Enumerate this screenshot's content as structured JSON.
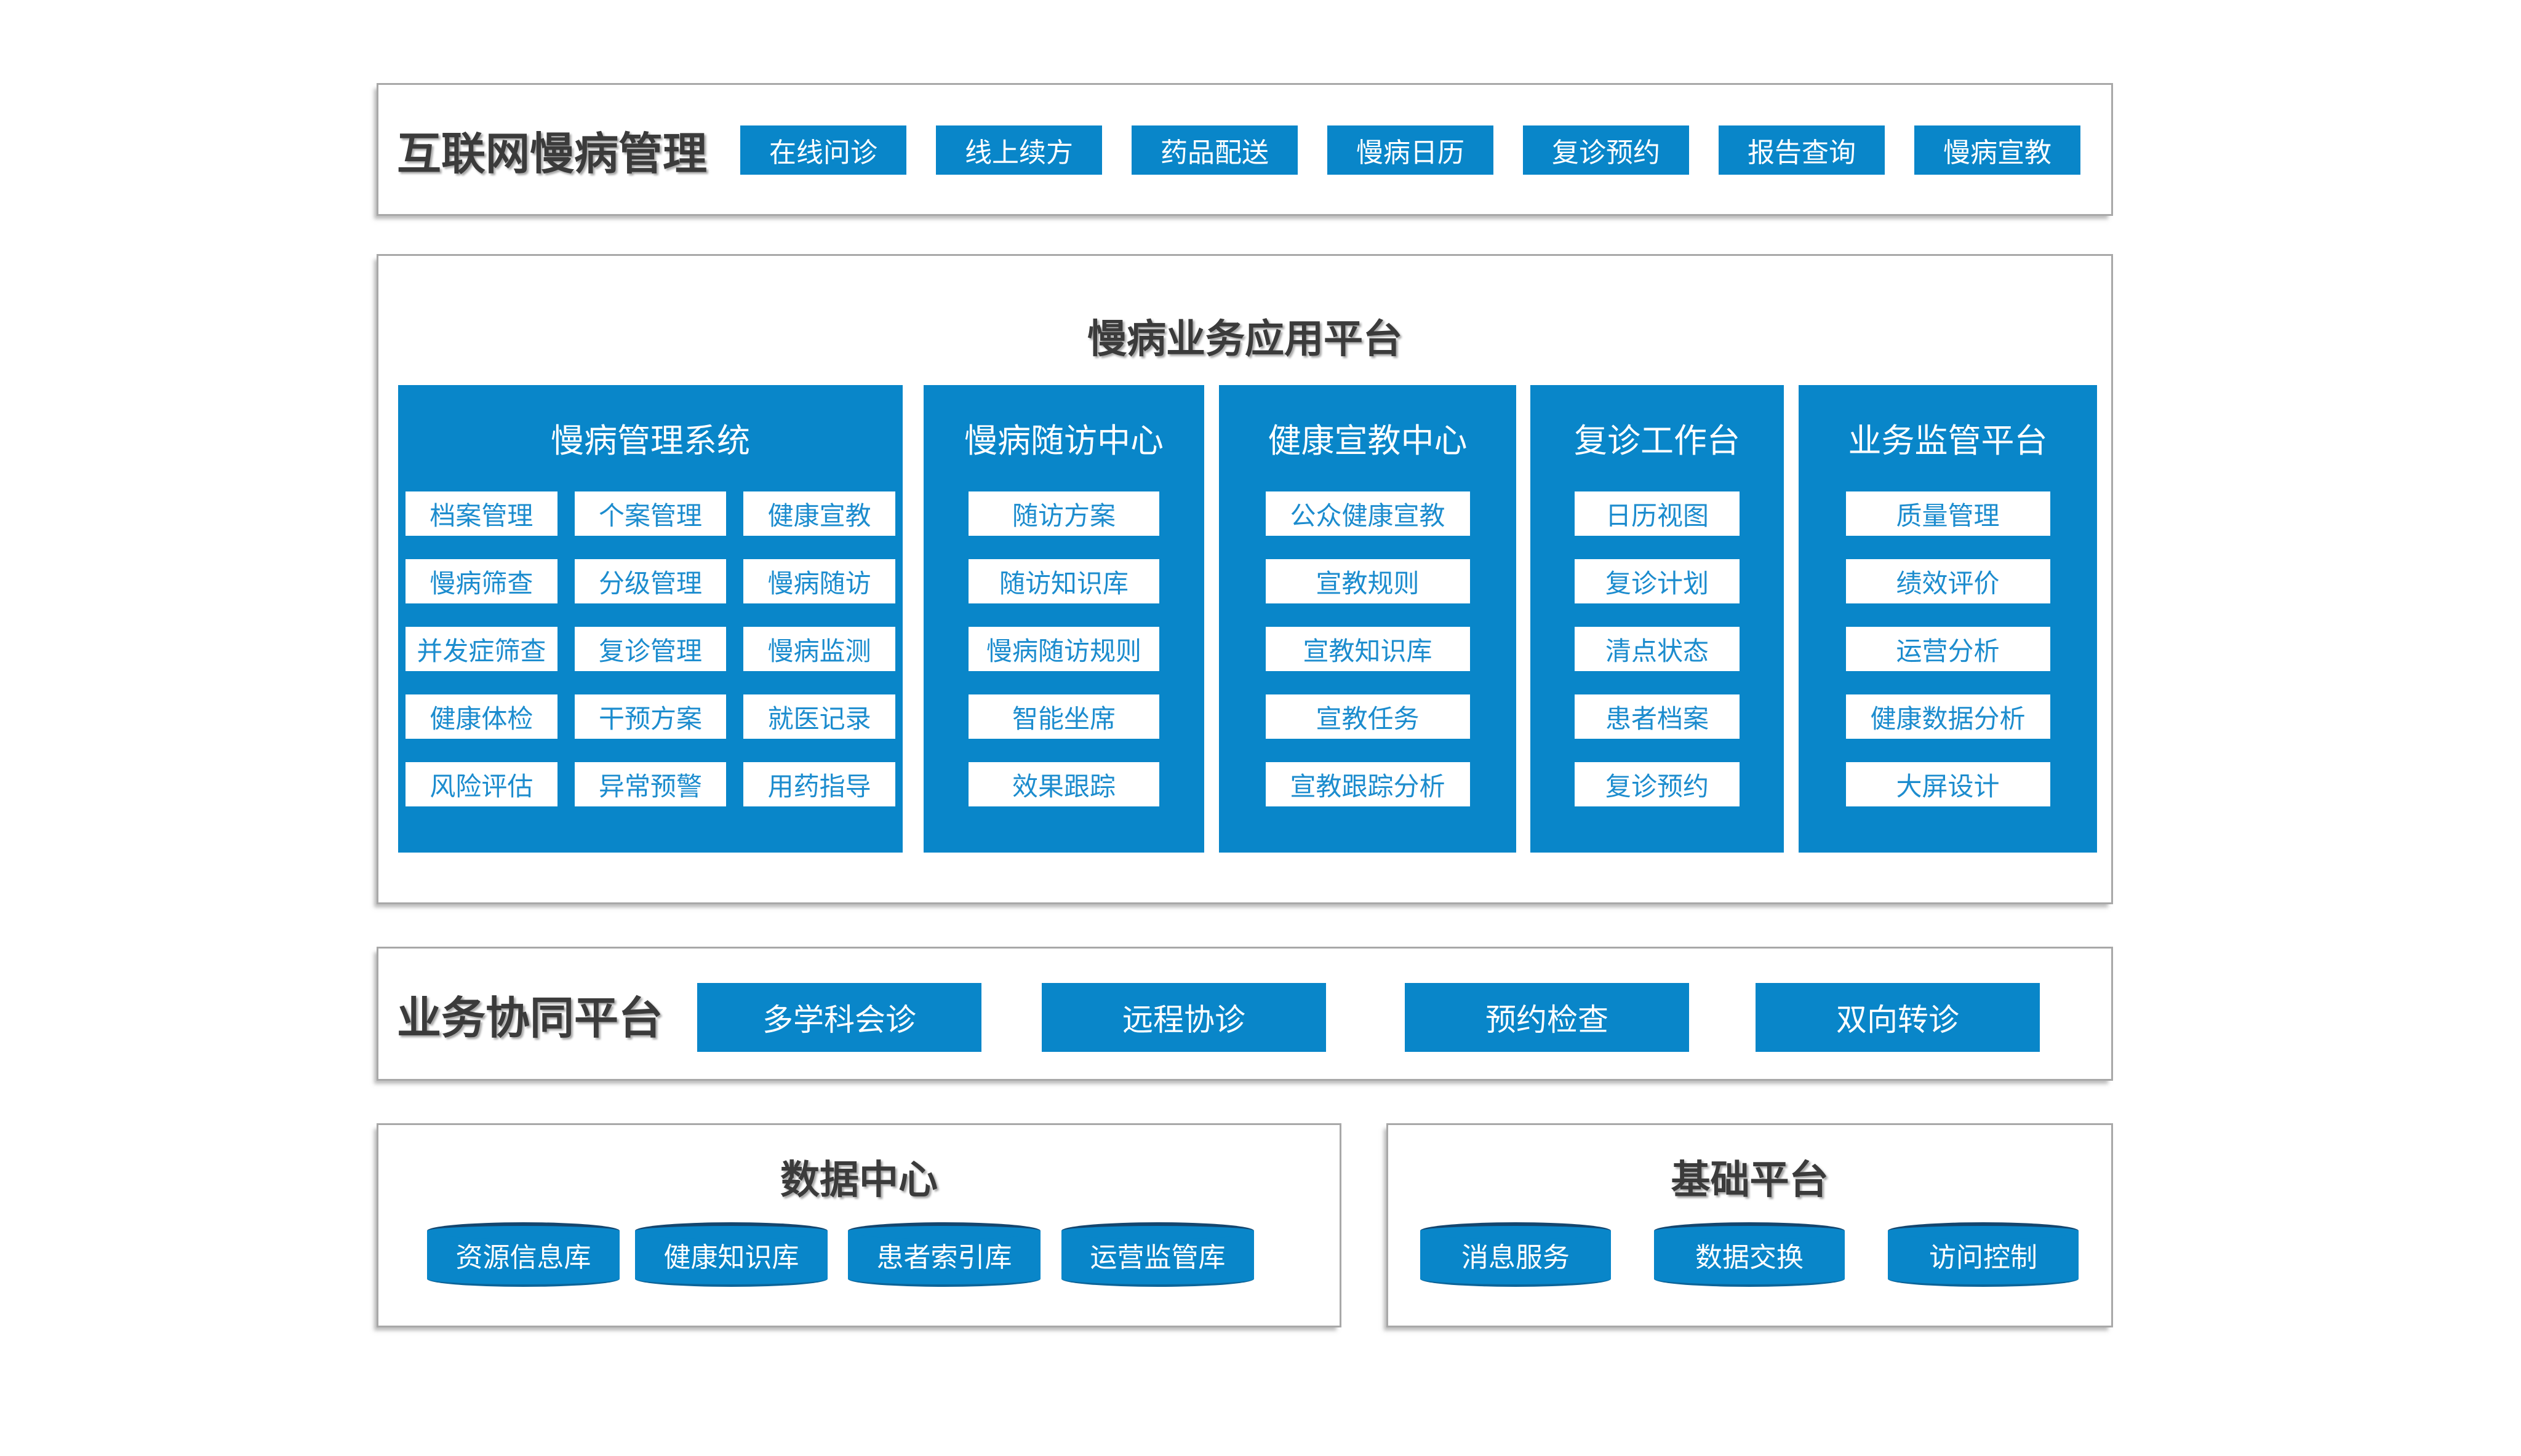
{
  "colors": {
    "blue": "#0986c9",
    "chip_text": "#1c8cce",
    "title_text": "#3b3b3b",
    "border_gray": "#a8a8a8"
  },
  "top_section": {
    "title": "互联网慢病管理",
    "buttons": [
      "在线问诊",
      "线上续方",
      "药品配送",
      "慢病日历",
      "复诊预约",
      "报告查询",
      "慢病宣教"
    ]
  },
  "app_platform": {
    "title": "慢病业务应用平台",
    "columns": [
      {
        "title": "慢病管理系统",
        "items": [
          "档案管理",
          "个案管理",
          "健康宣教",
          "慢病筛查",
          "分级管理",
          "慢病随访",
          "并发症筛查",
          "复诊管理",
          "慢病监测",
          "健康体检",
          "干预方案",
          "就医记录",
          "风险评估",
          "异常预警",
          "用药指导"
        ]
      },
      {
        "title": "慢病随访中心",
        "items": [
          "随访方案",
          "随访知识库",
          "慢病随访规则",
          "智能坐席",
          "效果跟踪"
        ]
      },
      {
        "title": "健康宣教中心",
        "items": [
          "公众健康宣教",
          "宣教规则",
          "宣教知识库",
          "宣教任务",
          "宣教跟踪分析"
        ]
      },
      {
        "title": "复诊工作台",
        "items": [
          "日历视图",
          "复诊计划",
          "清点状态",
          "患者档案",
          "复诊预约"
        ]
      },
      {
        "title": "业务监管平台",
        "items": [
          "质量管理",
          "绩效评价",
          "运营分析",
          "健康数据分析",
          "大屏设计"
        ]
      }
    ]
  },
  "collab_platform": {
    "title": "业务协同平台",
    "buttons": [
      "多学科会诊",
      "远程协诊",
      "预约检查",
      "双向转诊"
    ]
  },
  "data_center": {
    "title": "数据中心",
    "databases": [
      "资源信息库",
      "健康知识库",
      "患者索引库",
      "运营监管库"
    ]
  },
  "base_platform": {
    "title": "基础平台",
    "databases": [
      "消息服务",
      "数据交换",
      "访问控制"
    ]
  }
}
